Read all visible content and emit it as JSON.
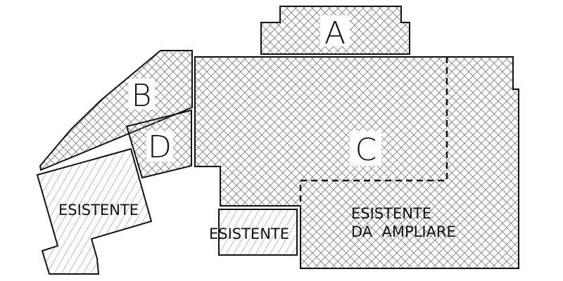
{
  "colors": {
    "line": "#111111",
    "hatch": "#777777",
    "background": "#ffffff"
  },
  "blocks": {
    "a": {
      "label": "A"
    },
    "b": {
      "label": "B"
    },
    "c": {
      "label": "C"
    },
    "d": {
      "label": "D"
    },
    "existing_left": {
      "label": "ESISTENTE"
    },
    "existing_small": {
      "label": "ESISTENTE"
    },
    "existing_expand": {
      "line1": "ESISTENTE",
      "line2": "DA  AMPLIARE"
    }
  }
}
